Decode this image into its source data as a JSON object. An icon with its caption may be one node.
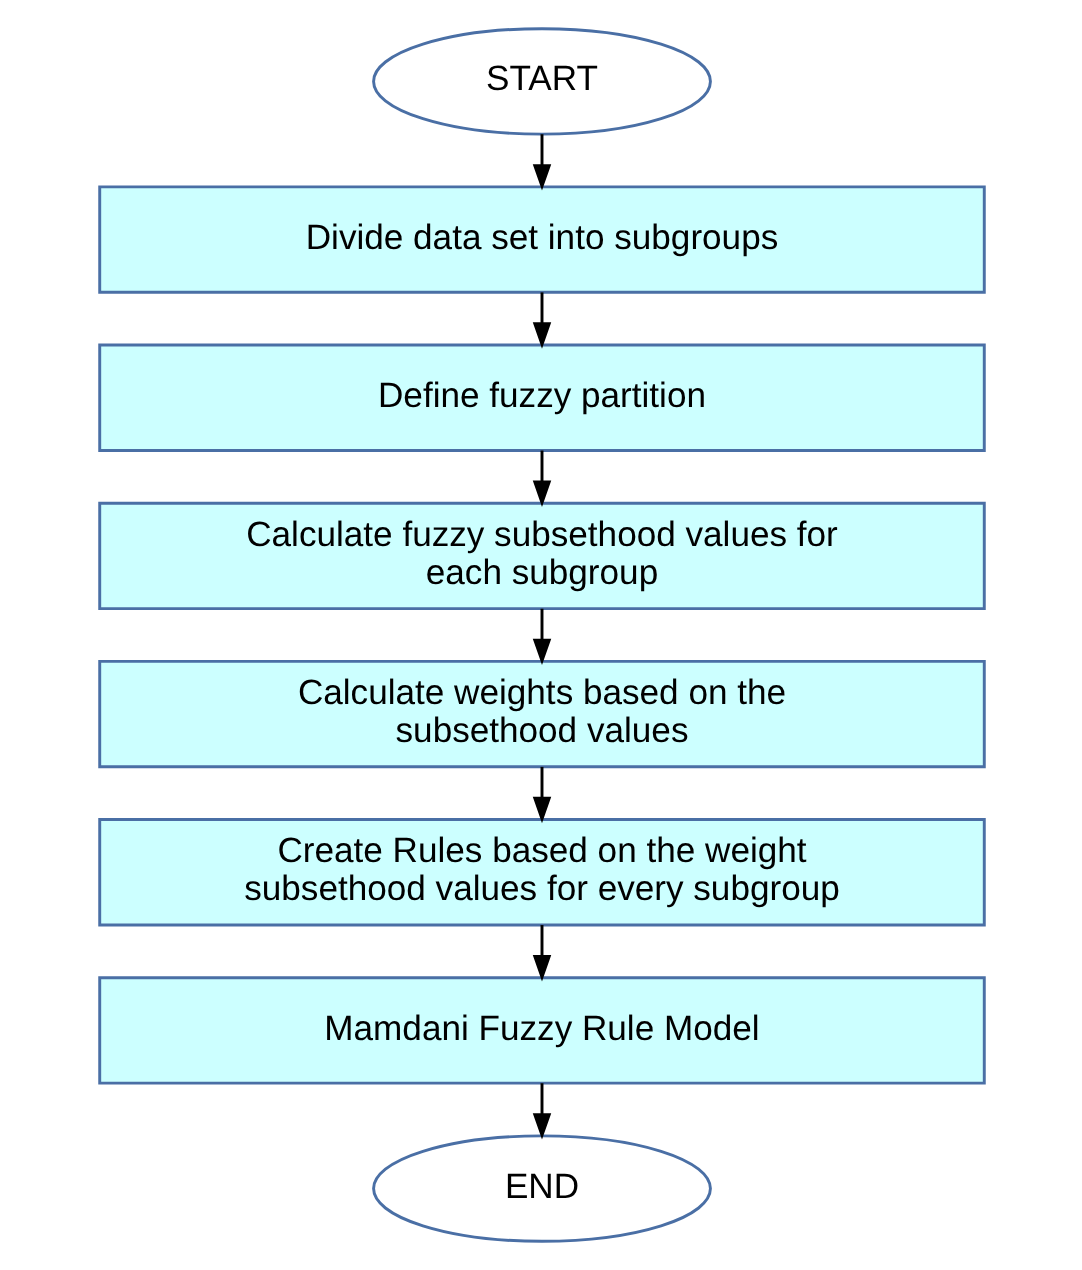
{
  "diagram": {
    "nodes": [
      {
        "text": [
          "START"
        ]
      },
      {
        "text": [
          "Divide data set into subgroups"
        ]
      },
      {
        "text": [
          "Define fuzzy partition"
        ]
      },
      {
        "text": [
          "Calculate fuzzy subsethood values for each subgroup"
        ]
      },
      {
        "text": [
          "Calculate weights based on the subsethood values"
        ]
      },
      {
        "text": [
          "Create Rules based on the weight subsethood values for every subgroup"
        ]
      },
      {
        "text": [
          "Mamdani Fuzzy Rule Model"
        ]
      },
      {
        "text": [
          "END"
        ]
      }
    ],
    "edges": [
      {
        "from": 0,
        "to": 1,
        "arrow": "to"
      },
      {
        "from": 1,
        "to": 2,
        "arrow": "to"
      },
      {
        "from": 2,
        "to": 3,
        "arrow": "to"
      },
      {
        "from": 3,
        "to": 4,
        "arrow": "to"
      },
      {
        "from": 4,
        "to": 5,
        "arrow": "to"
      },
      {
        "from": 5,
        "to": 6,
        "arrow": "to"
      },
      {
        "from": 6,
        "to": 7,
        "arrow": "to"
      }
    ]
  }
}
